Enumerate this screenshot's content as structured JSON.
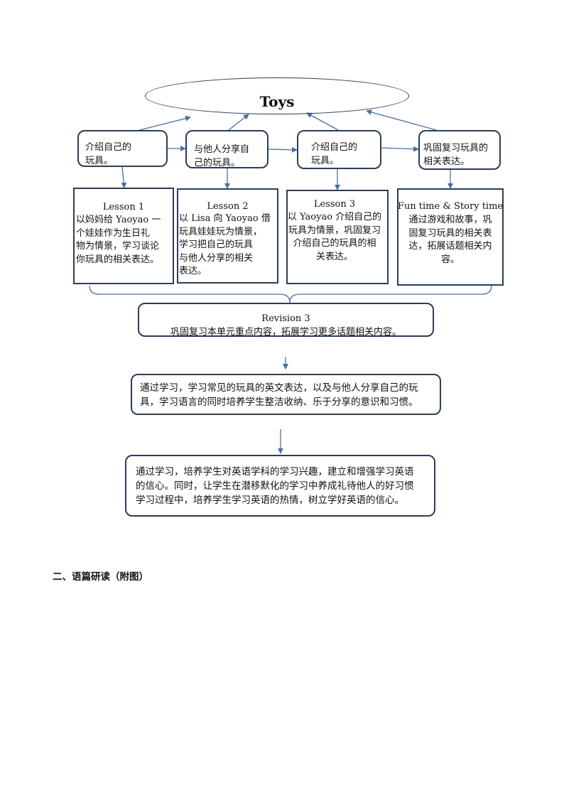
{
  "topic": "Toys",
  "objectives": [
    "介绍自己的\n    玩具。",
    "与他人分享自\n己的玩具。",
    "介绍自己的\n玩具。",
    "巩固复习玩具的\n相关表达。"
  ],
  "lessons": [
    {
      "title": "Lesson 1",
      "text": "以妈妈给 Yaoyao 一\n个娃娃作为生日礼\n物为情景，学习谈论\n你玩具的相关表达。"
    },
    {
      "title": "Lesson 2",
      "text": "以 Lisa 向 Yaoyao 借\n玩具娃娃玩为情景，\n学习把自己的玩具\n与他人分享的相关\n表达。"
    },
    {
      "title": "Lesson 3",
      "text": "以 Yaoyao 介绍自己的\n玩具为情景，巩固复习\n介绍自己的玩具的相\n关表达。"
    },
    {
      "title": "Fun time & Story time",
      "text": "通过游戏和故事，巩\n固复习玩具的相关表\n达，拓展话题相关内\n容。"
    }
  ],
  "revision": {
    "title": "Revision 3",
    "text": "巩固复习本单元重点内容，拓展学习更多话题相关内容。"
  },
  "goal_knowledge": "通过学习，学习常见的玩具的英文表达，以及与他人分享自己的玩\n具，学习语言的同时培养学生整洁收纳、乐于分享的意识和习惯。",
  "goal_attitude": "通过学习，培养学生对英语学科的学习兴趣，建立和增强学习英语\n的信心。同时，让学生在潜移默化的学习中养成礼待他人的好习惯\n学习过程中，培养学生学习英语的热情，树立学好英语的信心。",
  "section_heading": "二、语篇研读（附图）"
}
